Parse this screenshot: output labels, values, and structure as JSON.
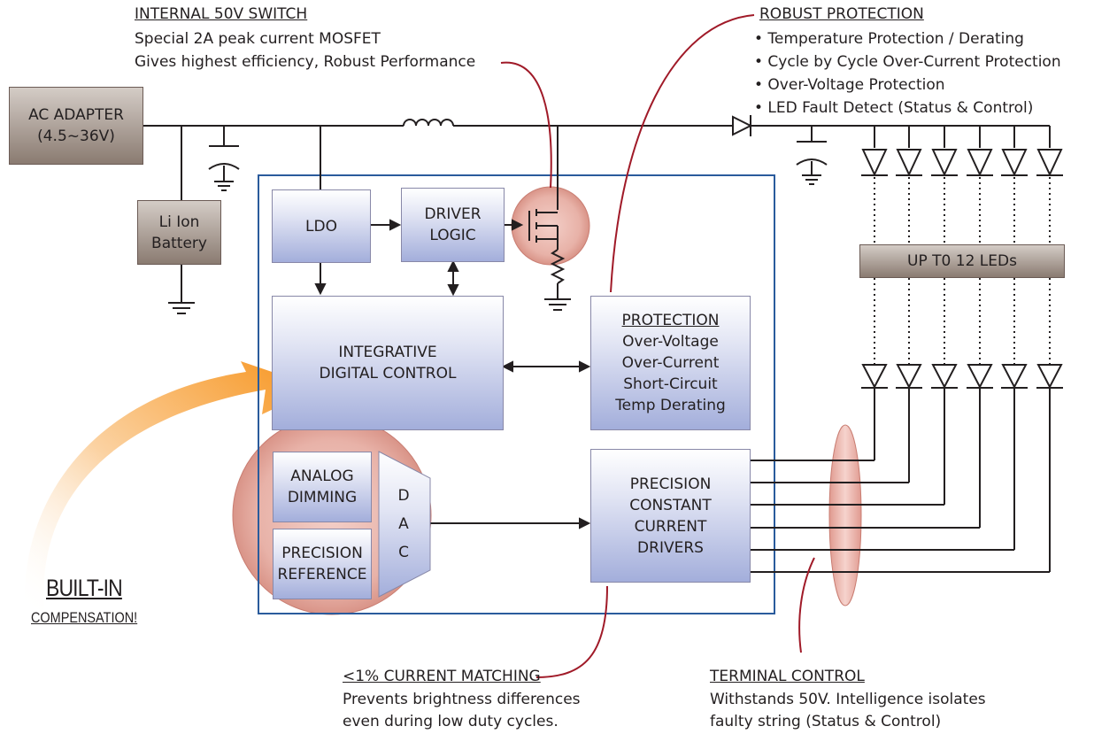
{
  "callouts": {
    "switch": {
      "title": "INTERNAL 50V SWITCH",
      "line1": "Special 2A peak current MOSFET",
      "line2": "Gives highest efficiency, Robust Performance"
    },
    "protection": {
      "title": "ROBUST PROTECTION",
      "items": [
        "• Temperature Protection / Derating",
        "• Cycle by Cycle Over-Current Protection",
        "• Over-Voltage Protection",
        "• LED Fault Detect (Status & Control)"
      ]
    },
    "matching": {
      "title": "<1% CURRENT MATCHING",
      "line1": "Prevents brightness differences",
      "line2": "even during low duty cycles."
    },
    "terminal": {
      "title": "TERMINAL CONTROL",
      "line1": "Withstands 50V.  Intelligence isolates",
      "line2": "faulty string (Status & Control)"
    },
    "builtin": {
      "line1": "BUILT-IN",
      "line2": "COMPENSATION!"
    }
  },
  "blocks": {
    "ac_adapter": {
      "line1": "AC ADAPTER",
      "line2": "(4.5~36V)"
    },
    "battery": {
      "line1": "Li Ion",
      "line2": "Battery"
    },
    "ldo": {
      "label": "LDO"
    },
    "driver_logic": {
      "line1": "DRIVER",
      "line2": "LOGIC"
    },
    "idc": {
      "line1": "INTEGRATIVE",
      "line2": "DIGITAL CONTROL"
    },
    "protection": {
      "title": "PROTECTION",
      "items": [
        "Over-Voltage",
        "Over-Current",
        "Short-Circuit",
        "Temp Derating"
      ]
    },
    "analog_dimming": {
      "line1": "ANALOG",
      "line2": "DIMMING"
    },
    "precision_reference": {
      "line1": "PRECISION",
      "line2": "REFERENCE"
    },
    "dac": {
      "letters": [
        "D",
        "A",
        "C"
      ]
    },
    "drivers": {
      "lines": [
        "PRECISION",
        "CONSTANT",
        "CURRENT",
        "DRIVERS"
      ]
    },
    "led_banner": {
      "label": "UP T0 12 LEDs"
    }
  },
  "colors": {
    "callout_line": "#a01a28",
    "ic_border": "#2a5b9c",
    "wire": "#231f20",
    "highlight": "#e9b7ae",
    "arrow_orange": "#f7941d"
  }
}
